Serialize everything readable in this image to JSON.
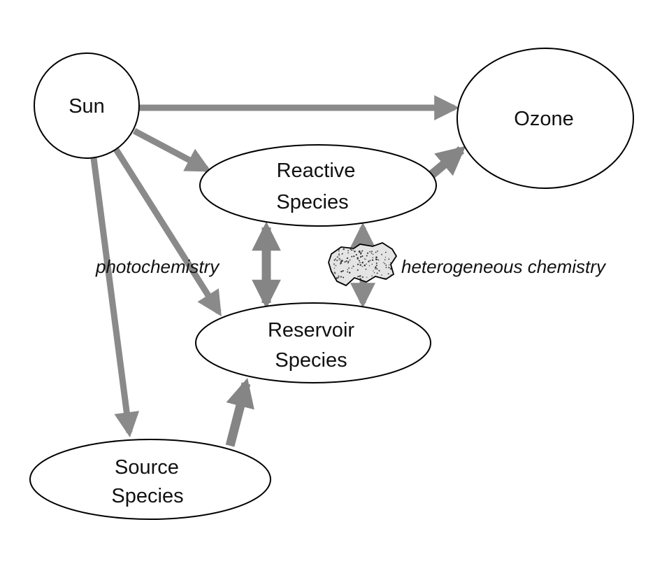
{
  "nodes": {
    "sun": {
      "label": "Sun"
    },
    "ozone": {
      "label": "Ozone"
    },
    "reactive": {
      "line1": "Reactive",
      "line2": "Species"
    },
    "reservoir": {
      "line1": "Reservoir",
      "line2": "Species"
    },
    "source": {
      "line1": "Source",
      "line2": "Species"
    }
  },
  "processes": {
    "photochemistry": "photochemistry",
    "heterogeneous": "heterogeneous chemistry"
  },
  "arrows": [
    {
      "from": "Sun",
      "to": "Ozone",
      "direction": "one-way"
    },
    {
      "from": "Sun",
      "to": "Reactive Species",
      "direction": "one-way"
    },
    {
      "from": "Sun",
      "to": "Reservoir Species",
      "direction": "one-way"
    },
    {
      "from": "Sun",
      "to": "Source Species",
      "direction": "one-way"
    },
    {
      "from": "Reactive Species",
      "to": "Ozone",
      "direction": "one-way"
    },
    {
      "from": "Reactive Species",
      "to": "Reservoir Species",
      "direction": "two-way",
      "process": "photochemistry"
    },
    {
      "from": "Reactive Species",
      "to": "Reservoir Species",
      "direction": "two-way",
      "process": "heterogeneous chemistry"
    },
    {
      "from": "Source Species",
      "to": "Reservoir Species",
      "direction": "one-way"
    }
  ],
  "colors": {
    "arrow": "#8a8a8a",
    "outline": "#000000",
    "particle_fill": "#e4e4e4"
  }
}
